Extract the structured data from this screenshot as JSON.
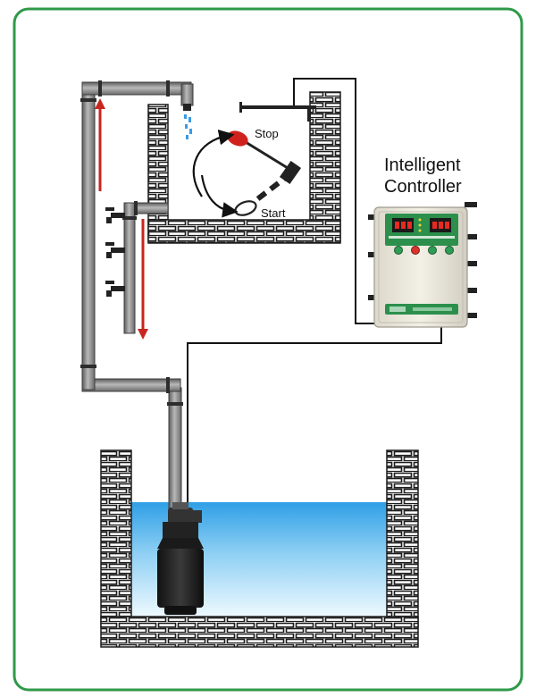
{
  "labels": {
    "controller_title_line1": "Intelligent",
    "controller_title_line2": "Controller",
    "float_stop": "Stop",
    "float_start": "Start"
  },
  "colors": {
    "frame_border": "#2f9a4a",
    "pipe": "#8e8e8e",
    "pipe_dark": "#3d3d3d",
    "brick_line": "#1c1c1c",
    "water_top": "#3aa6e8",
    "water_bottom": "#e2f4fd",
    "arrow": "#c8251f",
    "float_ball": "#d0221c",
    "controller_body": "#eeeade",
    "controller_panel": "#2c8f4c",
    "display_digits": "#e82a20"
  },
  "icons": {
    "pump": "submersible-pump-icon",
    "float_switch": "float-switch-icon",
    "controller": "controller-box-icon",
    "faucet": "faucet-icon"
  }
}
